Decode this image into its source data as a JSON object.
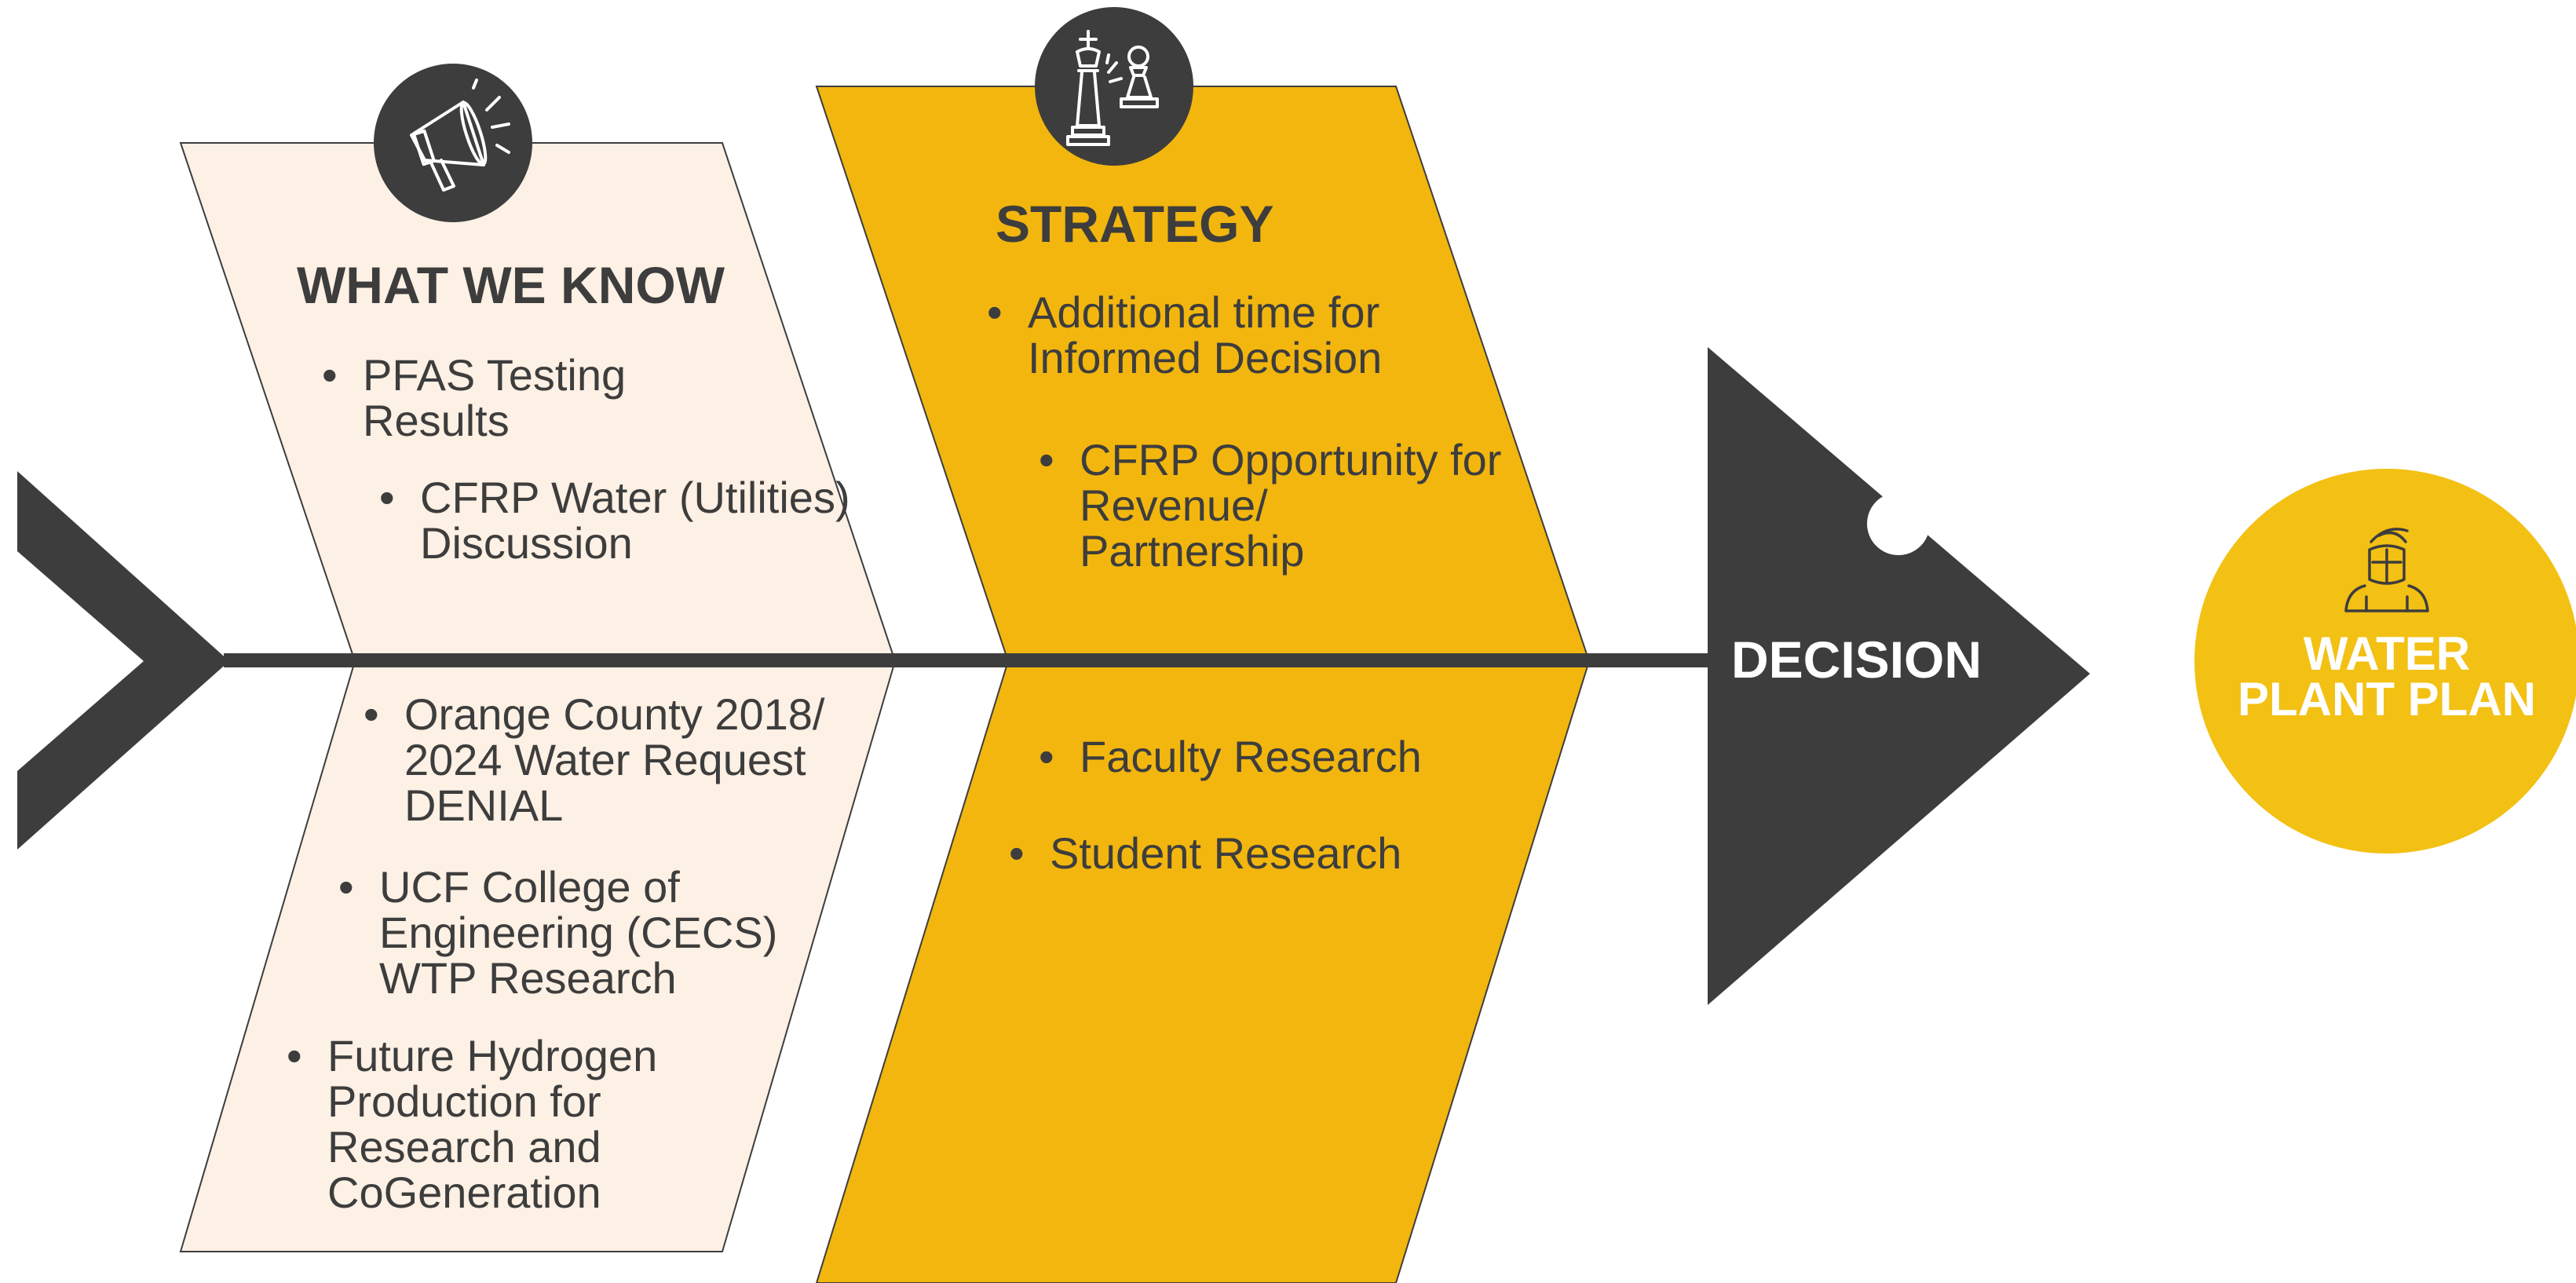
{
  "colors": {
    "dark": "#3d3d3d",
    "cream": "#fdf0e4",
    "gold": "#f2b60e",
    "circle_gold": "#f3c014",
    "white": "#ffffff"
  },
  "what_we_know": {
    "icon": "megaphone-icon",
    "heading": "WHAT WE KNOW",
    "top_bullets": [
      {
        "text": "PFAS Testing Results"
      },
      {
        "text": "CFRP Water (Utilities) Discussion"
      }
    ],
    "bottom_bullets": [
      {
        "text": "Orange County 2018/ 2024 Water Request DENIAL"
      },
      {
        "text": "UCF College of Engineering (CECS) WTP Research"
      },
      {
        "text": "Future Hydrogen Production for Research and CoGeneration"
      }
    ]
  },
  "strategy": {
    "icon": "chess-pieces-icon",
    "heading": "STRATEGY",
    "top_bullets": [
      {
        "text": "Additional time for Informed Decision"
      },
      {
        "text": "CFRP Opportunity for Revenue/ Partnership"
      }
    ],
    "bottom_bullets": [
      {
        "text": "Faculty Research"
      },
      {
        "text": "Student Research"
      }
    ]
  },
  "decision": {
    "label": "DECISION"
  },
  "outcome": {
    "icon": "knight-helmet-icon",
    "line1": "WATER",
    "line2": "PLANT PLAN"
  }
}
